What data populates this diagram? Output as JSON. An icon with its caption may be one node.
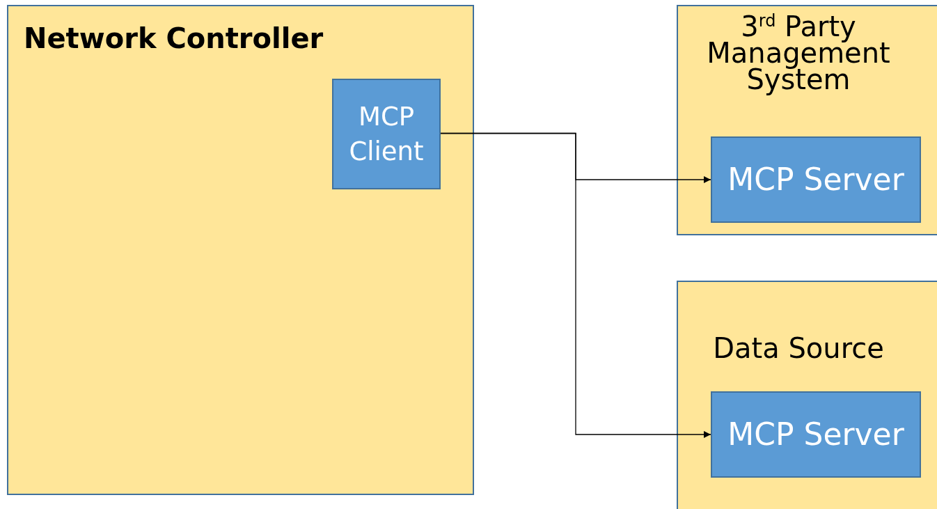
{
  "diagram": {
    "nodes": [
      {
        "text": [
          "Network Controller"
        ]
      },
      {
        "text": [
          "MCP Client"
        ],
        "in": 0
      },
      {
        "text": [
          "3$^{rd}$ Party Management System"
        ]
      },
      {
        "text": [
          "MCP Server"
        ],
        "in": 2
      },
      {
        "text": [
          "Data Source"
        ]
      },
      {
        "text": [
          "MCP Server"
        ],
        "in": 4
      }
    ],
    "edges": [
      {
        "from": 1,
        "to": 3,
        "arrow": "to"
      },
      {
        "from": 1,
        "to": 5,
        "arrow": "to"
      }
    ]
  }
}
